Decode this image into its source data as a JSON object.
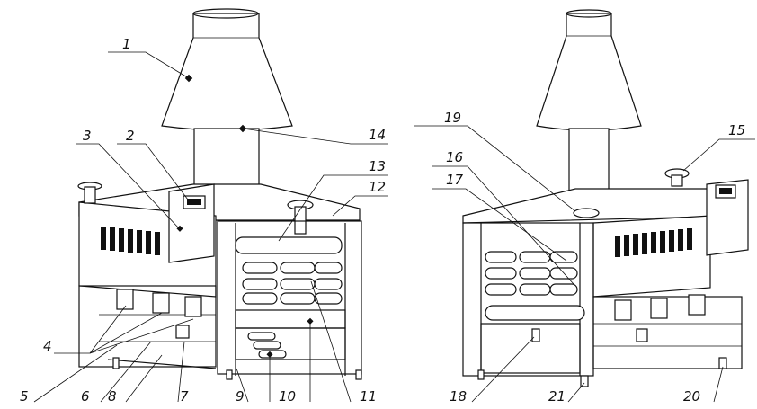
{
  "figure": {
    "background": "#ffffff",
    "line_color": "#111111",
    "callouts": [
      "1",
      "2",
      "3",
      "4",
      "5",
      "6",
      "7",
      "8",
      "9",
      "10",
      "11",
      "12",
      "13",
      "14",
      "15",
      "16",
      "17",
      "18",
      "19",
      "20",
      "21"
    ]
  }
}
